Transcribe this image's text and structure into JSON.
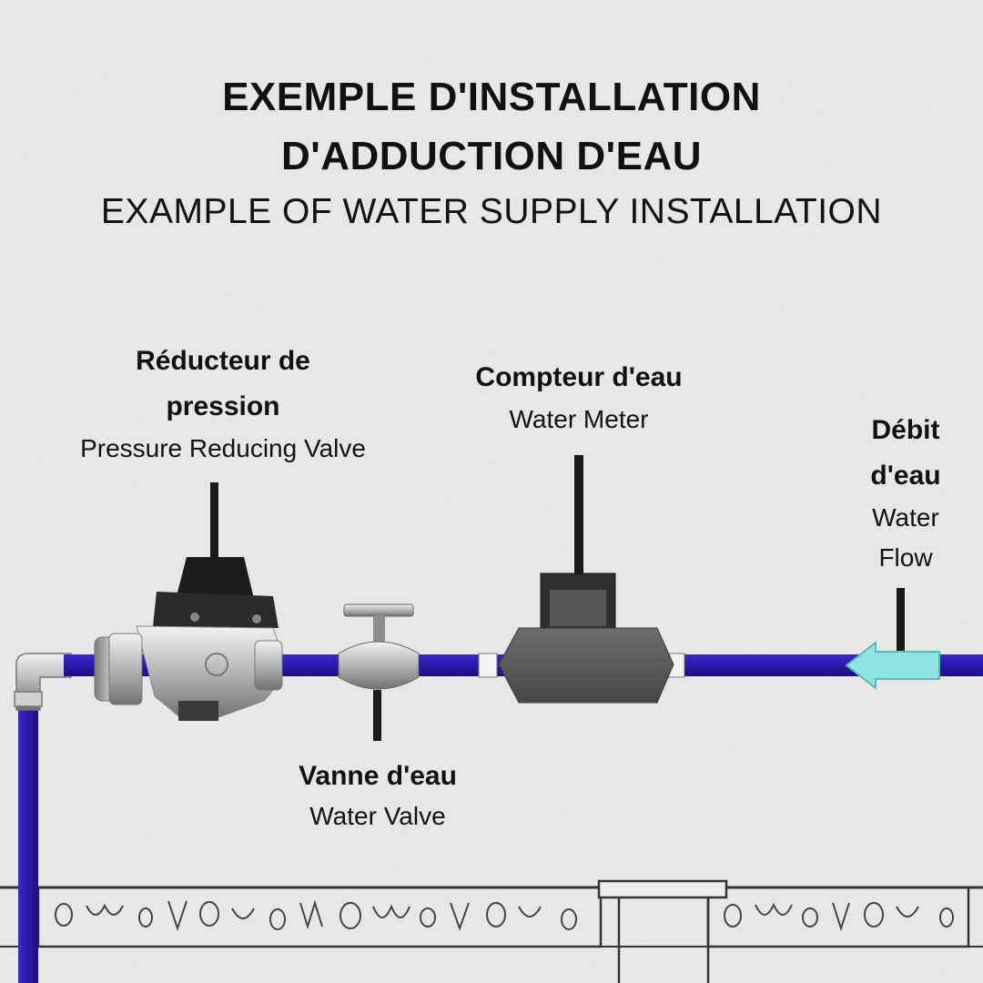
{
  "title": {
    "line1": "EXEMPLE D'INSTALLATION",
    "line2": "D'ADDUCTION D'EAU",
    "subtitle": "EXAMPLE OF WATER SUPPLY INSTALLATION"
  },
  "labels": {
    "reducer": {
      "fr_line1": "Réducteur de",
      "fr_line2": "pression",
      "en": "Pressure Reducing Valve"
    },
    "meter": {
      "fr": "Compteur d'eau",
      "en": "Water Meter"
    },
    "flow": {
      "fr_line1": "Débit",
      "fr_line2": "d'eau",
      "en_line1": "Water",
      "en_line2": "Flow"
    },
    "valve": {
      "fr": "Vanne d'eau",
      "en": "Water Valve"
    }
  },
  "colors": {
    "background": "#e9e9e7",
    "pipe": "#2a16a8",
    "pipe_highlight": "#4a3bd6",
    "meter_body": "#5b5b5b",
    "arrow": "#8fe3e3",
    "reducer_bonnet": "#1c1c1c",
    "reducer_body": "#c9cbcc"
  }
}
